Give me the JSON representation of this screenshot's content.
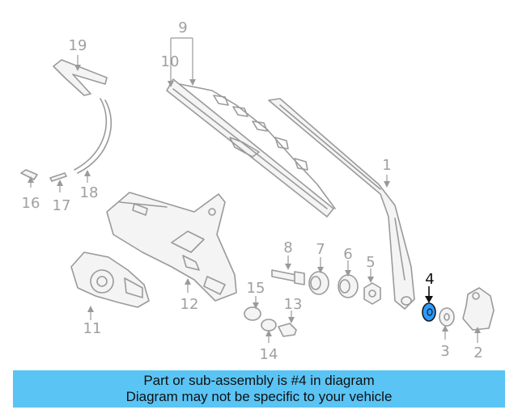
{
  "highlight_color": "#2e9bff",
  "banner_color": "#5ac4f5",
  "callouts": {
    "c1": "1",
    "c2": "2",
    "c3": "3",
    "c4": "4",
    "c5": "5",
    "c6": "6",
    "c7": "7",
    "c8": "8",
    "c9": "9",
    "c10": "10",
    "c11": "11",
    "c12": "12",
    "c13": "13",
    "c14": "14",
    "c15": "15",
    "c16": "16",
    "c17": "17",
    "c18": "18",
    "c19": "19"
  },
  "banner": {
    "line1": "Part or sub-assembly is #4 in diagram",
    "line2": "Diagram may not be specific to your vehicle"
  }
}
